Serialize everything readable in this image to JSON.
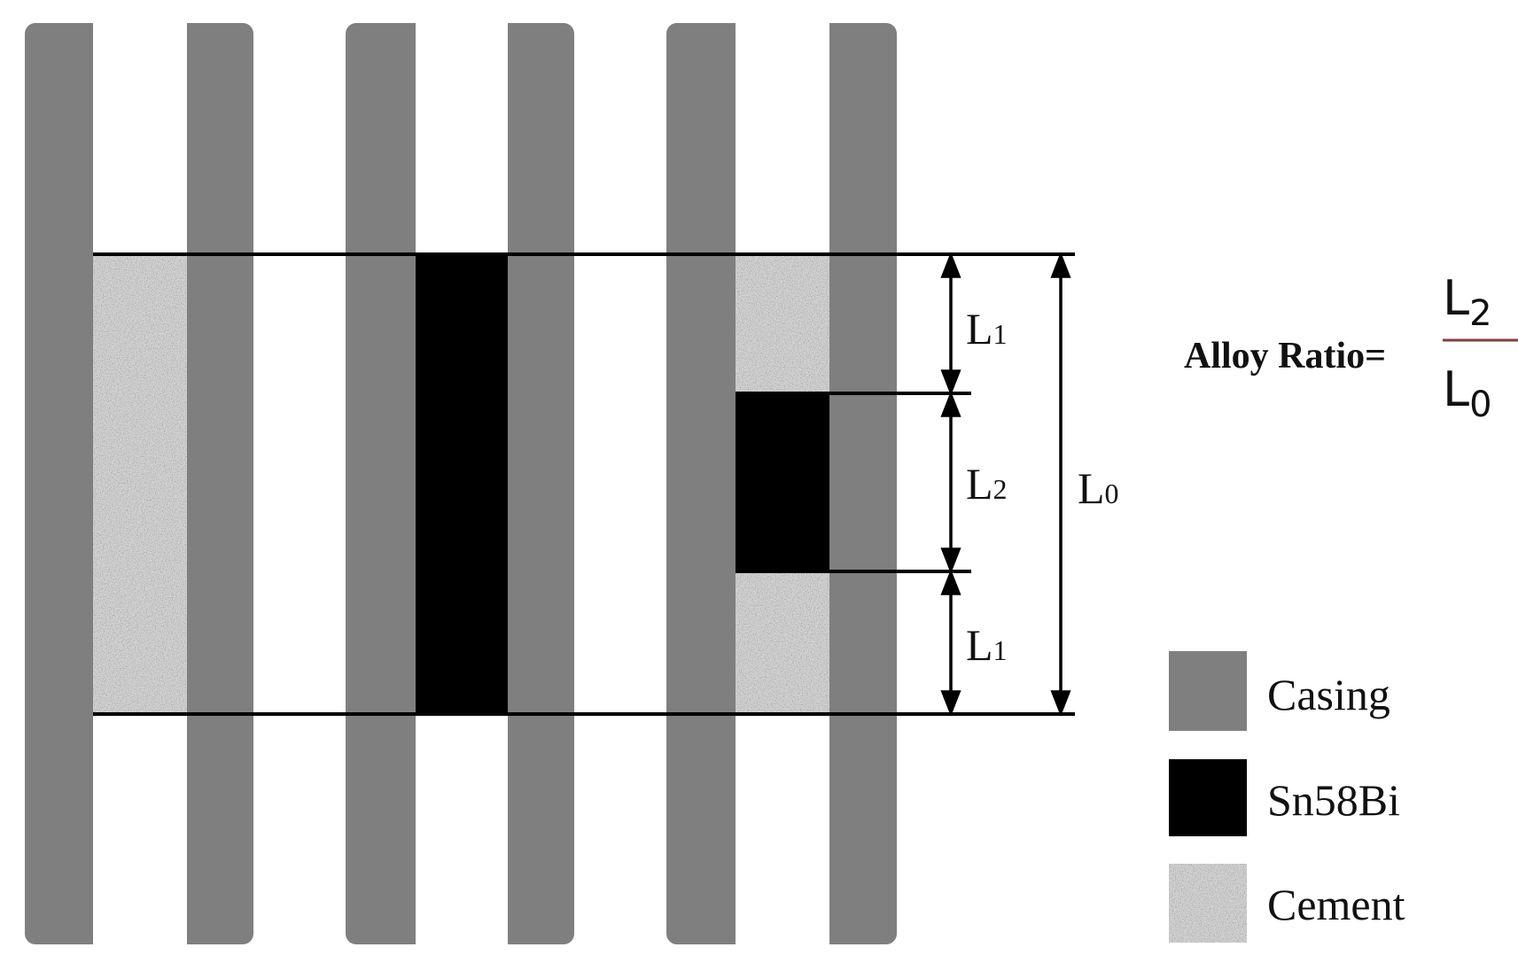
{
  "colors": {
    "casing": "#7f7f7f",
    "alloy": "#000000",
    "cement_base": "#d2d2d2",
    "fraction_bar": "#8a3a3a"
  },
  "dimensions": {
    "l1_top": {
      "main": "L",
      "sub": "1"
    },
    "l2": {
      "main": "L",
      "sub": "2"
    },
    "l1_bottom": {
      "main": "L",
      "sub": "1"
    },
    "l0": {
      "main": "L",
      "sub": "0"
    }
  },
  "formula": {
    "label": "Alloy Ratio=",
    "numerator": {
      "main": "L",
      "sub": "2"
    },
    "denominator": {
      "main": "L",
      "sub": "0"
    }
  },
  "legend": [
    {
      "label": "Casing",
      "swatch": "casing"
    },
    {
      "label": "Sn58Bi",
      "swatch": "alloy"
    },
    {
      "label": "Cement",
      "swatch": "cement"
    }
  ]
}
